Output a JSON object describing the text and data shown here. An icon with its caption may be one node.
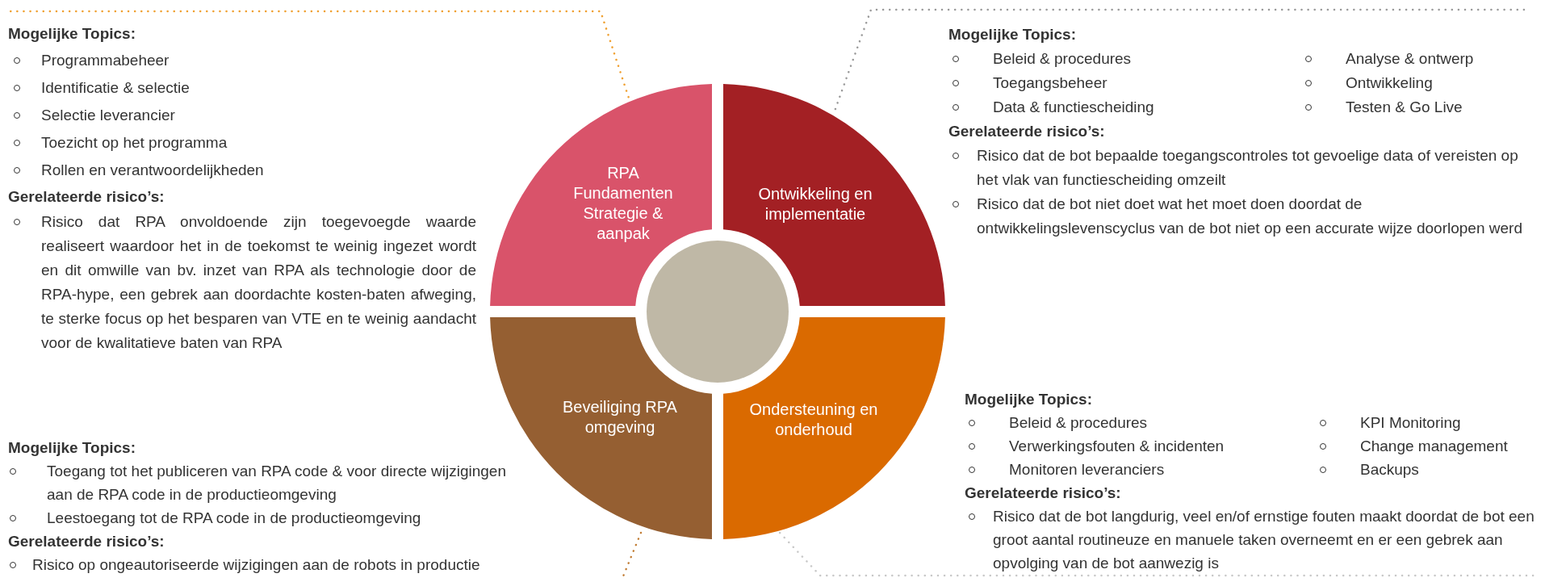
{
  "diagram": {
    "nodes": [
      {
        "text": [
          "RPA Fundamenten Strategie & aanpak"
        ]
      },
      {
        "text": [
          "Ontwikkeling en implementatie"
        ]
      },
      {
        "text": [
          "Beveiliging RPA omgeving"
        ]
      },
      {
        "text": [
          "Ondersteuning en onderhoud"
        ]
      },
      {
        "text": [],
        "shape": "circle"
      },
      {
        "text": [
          "Mogelijke Topics:",
          "Programmabeheer",
          "Identificatie & selectie",
          "Selectie leverancier",
          "Toezicht op het programma",
          "Rollen en verantwoordelijkheden",
          "Gerelateerde risico’s:",
          "Risico dat RPA onvoldoende zijn toegevoegde waarde realiseert waardoor het in de toekomst te weinig ingezet wordt en dit omwille van bv. inzet van RPA als technologie door de RPA-hype, een gebrek aan doordachte kosten-baten afweging, te sterke focus op het besparen van VTE en te weinig aandacht voor de kwalitatieve baten van RPA"
        ]
      },
      {
        "text": [
          "Mogelijke Topics:",
          "Beleid & procedures",
          "Toegangsbeheer",
          "Data & functiescheiding",
          "Analyse & ontwerp",
          "Ontwikkeling",
          "Testen & Go Live",
          "Gerelateerde risico’s:",
          "Risico dat de bot bepaalde toegangscontroles tot gevoelige data of vereisten op het vlak van functiescheiding omzeilt",
          "Risico dat de bot niet doet wat het moet doen doordat de ontwikkelingslevenscyclus van de bot niet op een accurate wijze doorlopen werd"
        ]
      },
      {
        "text": [
          "Mogelijke Topics:",
          "Beleid & procedures",
          "Verwerkingsfouten & incidenten",
          "Monitoren leveranciers",
          "KPI Monitoring",
          "Change management",
          "Backups",
          "Gerelateerde risico’s:",
          "Risico dat de bot langdurig, veel en/of ernstige fouten maakt doordat de bot een groot aantal routineuze en manuele taken overneemt en er een gebrek aan opvolging van de bot aanwezig is"
        ]
      },
      {
        "text": [
          "Mogelijke Topics:",
          "Toegang tot het publiceren van RPA code & voor directe wijzigingen aan de RPA code in de productieomgeving",
          "Leestoegang tot de RPA code in de productieomgeving",
          "Gerelateerde risico’s:",
          "Risico op ongeautoriseerde wijzigingen aan de robots in productie"
        ]
      }
    ],
    "edges": [
      {
        "from": 0,
        "to": 5,
        "arrow": "none",
        "style": "dashed",
        "color": "#f0a030"
      },
      {
        "from": 1,
        "to": 6,
        "arrow": "none",
        "style": "dashed",
        "color": "#9a9a9a"
      },
      {
        "from": 2,
        "to": 8,
        "arrow": "none",
        "style": "dashed",
        "color": "#c07a30"
      },
      {
        "from": 3,
        "to": 7,
        "arrow": "none",
        "style": "dashed",
        "color": "#c8c8c8"
      }
    ]
  }
}
